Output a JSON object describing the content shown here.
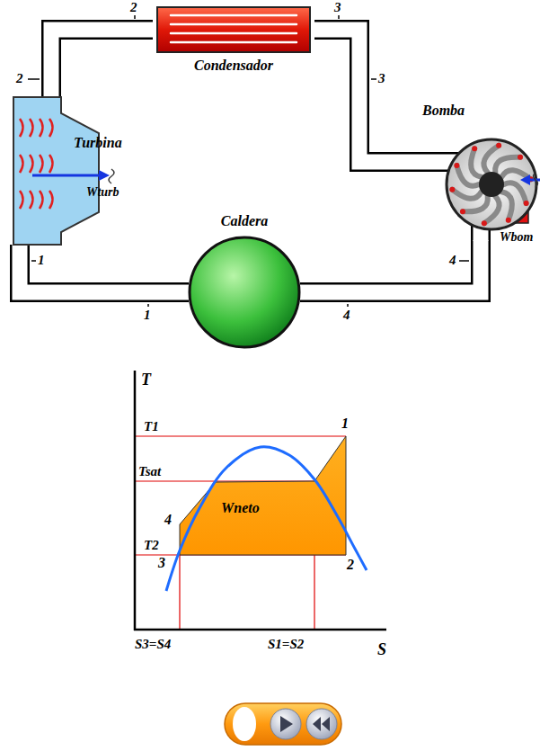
{
  "diagram": {
    "nodes": [
      {
        "text": [
          "Condensador"
        ]
      },
      {
        "text": [
          "Turbina"
        ]
      },
      {
        "text": [
          "Bomba"
        ]
      },
      {
        "text": [
          "Caldera"
        ]
      },
      {
        "text": [
          "Wneto"
        ]
      }
    ],
    "edges": [
      {
        "from": 1,
        "to": 0,
        "arrow": "none",
        "label": "2"
      },
      {
        "from": 0,
        "to": 2,
        "arrow": "none",
        "label": "3"
      },
      {
        "from": 2,
        "to": 3,
        "arrow": "none",
        "label": "4"
      },
      {
        "from": 3,
        "to": 1,
        "arrow": "none",
        "label": "1"
      }
    ],
    "labels": [
      "2",
      "3",
      "4",
      "1",
      "Wturb",
      "Wbom",
      "T",
      "T1",
      "Tsat",
      "T2",
      "S3=S4",
      "S1=S2",
      "S",
      "1",
      "2",
      "3",
      "4"
    ]
  }
}
